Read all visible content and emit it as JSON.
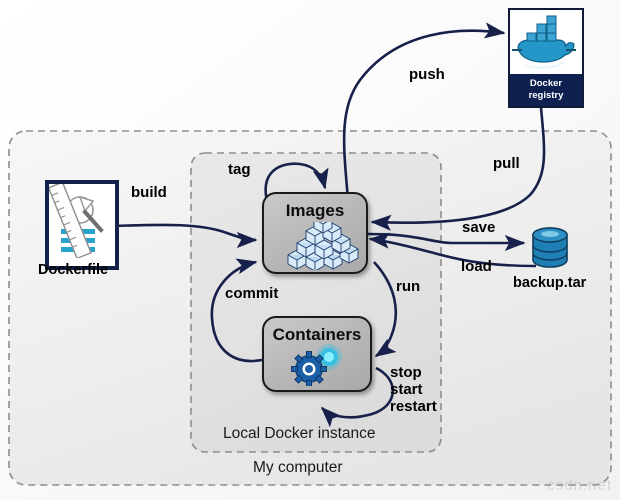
{
  "diagram": {
    "title": "Docker workflow diagram",
    "regions": [
      {
        "id": "my-computer",
        "label": "My computer"
      },
      {
        "id": "local-docker-instance",
        "label": "Local Docker instance"
      }
    ],
    "nodes": [
      {
        "id": "dockerfile",
        "label": "Dockerfile",
        "icon": "document-ruler-compass-icon"
      },
      {
        "id": "images",
        "label": "Images",
        "icon": "cube-pyramid-icon"
      },
      {
        "id": "containers",
        "label": "Containers",
        "icon": "gear-icon"
      },
      {
        "id": "docker-registry",
        "label_line1": "Docker",
        "label_line2": "registry",
        "icon": "docker-whale-icon"
      },
      {
        "id": "backup-tar",
        "label": "backup.tar",
        "icon": "database-cylinder-icon"
      }
    ],
    "edges": [
      {
        "id": "build",
        "label": "build",
        "from": "dockerfile",
        "to": "images"
      },
      {
        "id": "tag",
        "label": "tag",
        "from": "images",
        "to": "images"
      },
      {
        "id": "push",
        "label": "push",
        "from": "images",
        "to": "docker-registry"
      },
      {
        "id": "pull",
        "label": "pull",
        "from": "docker-registry",
        "to": "images"
      },
      {
        "id": "save",
        "label": "save",
        "from": "images",
        "to": "backup-tar"
      },
      {
        "id": "load",
        "label": "load",
        "from": "backup-tar",
        "to": "images"
      },
      {
        "id": "run",
        "label": "run",
        "from": "images",
        "to": "containers"
      },
      {
        "id": "commit",
        "label": "commit",
        "from": "containers",
        "to": "images"
      },
      {
        "id": "lifecycle",
        "label": "stop\nstart\nrestart",
        "label_lines": [
          "stop",
          "start",
          "restart"
        ],
        "from": "containers",
        "to": "containers"
      }
    ],
    "colors": {
      "arrow": "#16204a",
      "box_border": "#1a1a1a",
      "box_fill": "#b9b9b9",
      "dashed_border": "#8d8d8d",
      "docker_blue": "#2496c8",
      "cube_blue": "#cfe4f5",
      "registry_footer": "#0d2050",
      "gear_blue": "#1a5fa8",
      "glow_cyan": "#22c3ea",
      "db_blue": "#1f7fb5",
      "dockerfile_border": "#13214a",
      "doc_line": "#2aa3cc"
    },
    "watermark": "csdn.net"
  }
}
